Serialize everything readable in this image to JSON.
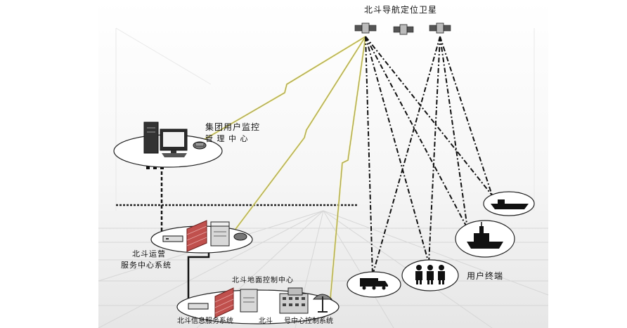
{
  "labels": {
    "satellites": "北斗导航定位卫星",
    "group_center_line1": "集团用户监控",
    "group_center_line2": "管 理 中 心",
    "ops_line1": "北斗运营",
    "ops_line2": "服务中心系统",
    "ground_center": "北斗地面控制中心",
    "info_service": "北斗信息服务系统",
    "hub_control_part1": "北斗",
    "hub_control_part2": "号中心控制系统",
    "user_terminals": "用户终端"
  },
  "colors": {
    "lightning": "#e8e060",
    "link": "#111111",
    "ellipse_stroke": "#222222",
    "grid_line": "#cfcfcf",
    "firewall": "#c0504d"
  },
  "icons": [
    "satellite-icon",
    "computer-icon",
    "phone-icon",
    "modem-icon",
    "firewall-icon",
    "server-icon",
    "building-icon",
    "satellite-dish-icon",
    "truck-icon",
    "people-icon",
    "warship-icon",
    "ship-icon"
  ]
}
